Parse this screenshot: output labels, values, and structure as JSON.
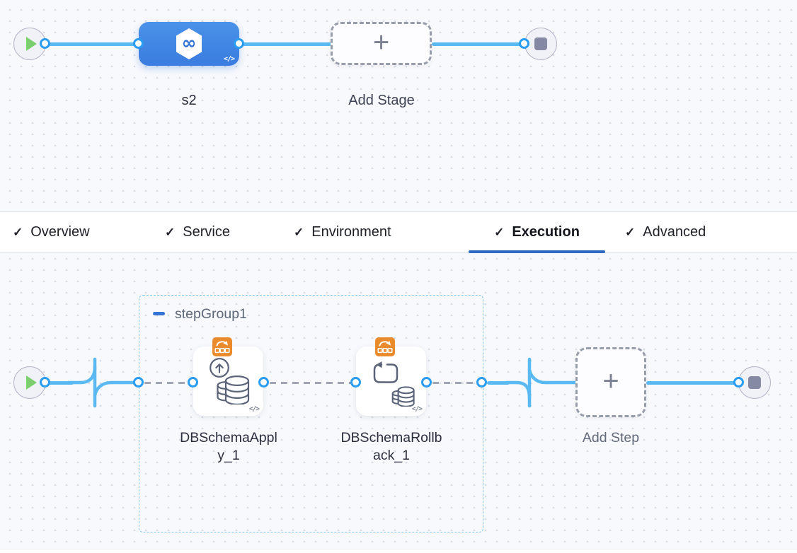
{
  "icons": {
    "play": "▶",
    "stop": "■",
    "plus": "+",
    "check": "✓",
    "yaml_view": "</>",
    "infinity": "∞",
    "collapse": "−"
  },
  "colors": {
    "connector_blue": "#2a9df2",
    "line_blue": "#5ab9f1",
    "stage_blue": "#3e84e4",
    "tab_underline_blue": "#2e6ac4",
    "step_group_border": "#82c7ea",
    "badge_orange": "#e98b2d",
    "dashed_gray": "#a0a6b4",
    "play_green": "#7ccf6e"
  },
  "stage_canvas": {
    "stage_name": "s2",
    "add_stage_label": "Add Stage"
  },
  "tab_bar": {
    "tabs": [
      {
        "label": "Overview",
        "completed": true,
        "active": false
      },
      {
        "label": "Service",
        "completed": true,
        "active": false
      },
      {
        "label": "Environment",
        "completed": true,
        "active": false
      },
      {
        "label": "Execution",
        "completed": true,
        "active": true
      },
      {
        "label": "Advanced",
        "completed": true,
        "active": false
      }
    ]
  },
  "execution_canvas": {
    "step_group_label": "stepGroup1",
    "add_step_label": "Add Step",
    "steps": [
      {
        "name": "DBSchemaApply_1",
        "display_line1": "DBSchemaAppl",
        "display_line2": "y_1"
      },
      {
        "name": "DBSchemaRollback_1",
        "display_line1": "DBSchemaRollb",
        "display_line2": "ack_1"
      }
    ]
  }
}
